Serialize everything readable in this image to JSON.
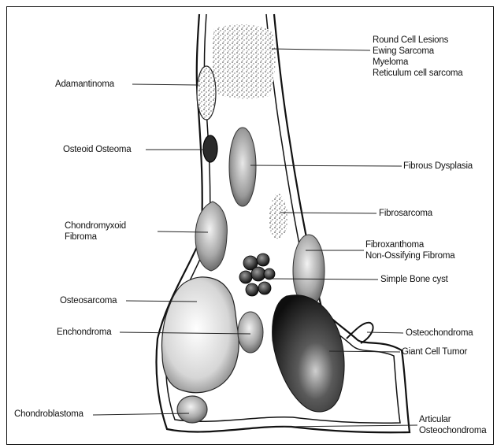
{
  "labels": {
    "round_cell": [
      "Round Cell Lesions",
      "Ewing Sarcoma",
      "Myeloma",
      "Reticulum cell sarcoma"
    ],
    "adamantinoma": "Adamantinoma",
    "osteoid_osteoma": "Osteoid Osteoma",
    "fibrous_dysplasia": "Fibrous Dysplasia",
    "fibrosarcoma": "Fibrosarcoma",
    "chondromyxoid_fibroma": [
      "Chondromyxoid",
      "Fibroma"
    ],
    "fibroxanthoma": [
      "Fibroxanthoma",
      "Non-Ossifying Fibroma"
    ],
    "simple_bone_cyst": "Simple Bone cyst",
    "osteosarcoma": "Osteosarcoma",
    "enchondroma": "Enchondroma",
    "osteochondroma": "Osteochondroma",
    "giant_cell_tumor": "Giant Cell Tumor",
    "chondroblastoma": "Chondroblastoma",
    "articular_osteochondroma": [
      "Articular",
      "Osteochondroma"
    ]
  }
}
